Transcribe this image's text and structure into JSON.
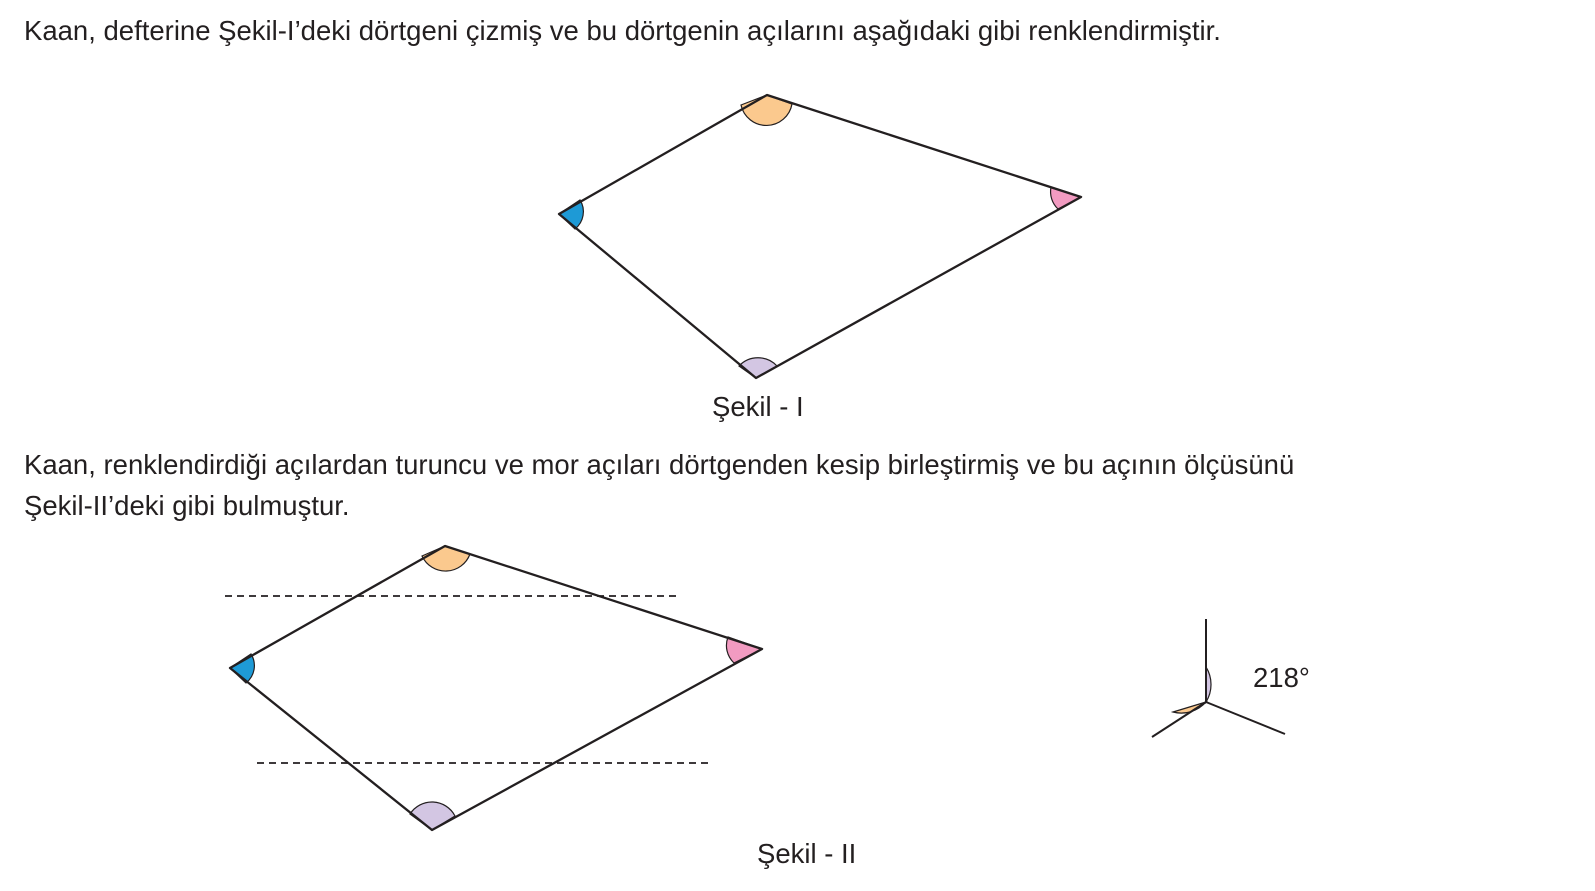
{
  "text": {
    "intro": "Kaan, defterine Şekil-I’deki dörtgeni çizmiş ve bu dörtgenin açılarını aşağıdaki gibi renklendirmiştir.",
    "middle_line1": "Kaan, renklendirdiği açılardan turuncu ve mor açıları dörtgenden kesip birleştirmiş ve bu açının ölçüsünü",
    "middle_line2": "Şekil-II’deki gibi bulmuştur."
  },
  "figure1": {
    "caption": "Şekil - I"
  },
  "figure2": {
    "caption": "Şekil - II",
    "combined_angle_label": "218°"
  },
  "colors": {
    "orange": "#fbc98e",
    "purple": "#d3c6e3",
    "blue": "#1e9ad6",
    "pink": "#f29bc1",
    "line": "#231f20"
  }
}
